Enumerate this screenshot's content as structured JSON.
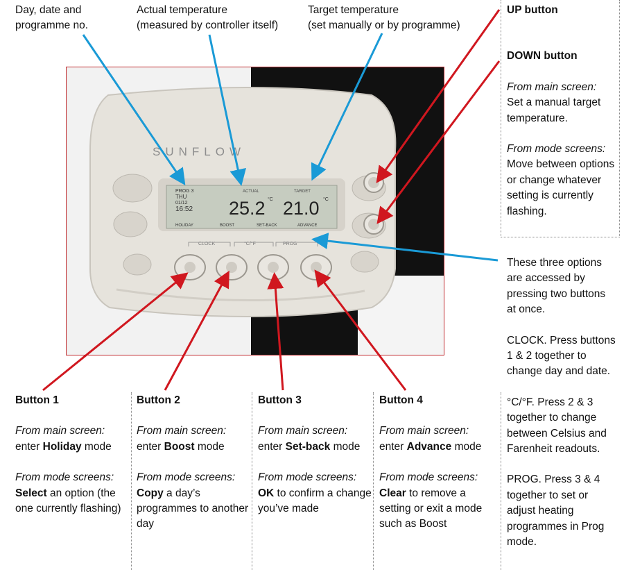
{
  "top_labels": {
    "day_date": [
      "Day, date and",
      "programme no."
    ],
    "actual": [
      "Actual temperature",
      "(measured by controller itself)"
    ],
    "target": [
      "Target temperature",
      "(set manually or by programme)"
    ]
  },
  "up_down": {
    "up_title": "UP button",
    "down_title": "DOWN button",
    "main_head": "From main screen:",
    "main_text": "Set a manual target temperature.",
    "mode_head": "From mode screens:",
    "mode_text": "Move between options or change whatever setting is currently flashing."
  },
  "combo": {
    "intro": "These three options are accessed by pressing two buttons at once.",
    "clock": "CLOCK. Press buttons 1 & 2 together to change day and date.",
    "cf": "°C/°F. Press 2 & 3 together to change between Celsius and Farenheit readouts.",
    "prog": "PROG. Press 3 & 4 together to set or adjust heating programmes in Prog mode."
  },
  "buttons": [
    {
      "title": "Button 1",
      "main_head": "From main screen:",
      "main_pre": "enter ",
      "main_bold": "Holiday",
      "main_post": " mode",
      "mode_head": "From mode screens:",
      "mode_bold": "Select",
      "mode_post": " an option (the one currently flashing)"
    },
    {
      "title": "Button 2",
      "main_head": "From main screen:",
      "main_pre": "enter ",
      "main_bold": "Boost",
      "main_post": " mode",
      "mode_head": "From mode screens:",
      "mode_bold": "Copy",
      "mode_post": " a day’s programmes to another day"
    },
    {
      "title": "Button 3",
      "main_head": "From main screen:",
      "main_pre": "enter ",
      "main_bold": "Set-back",
      "main_post": " mode",
      "mode_head": "From mode screens:",
      "mode_bold": "OK",
      "mode_post": " to confirm a change you’ve made"
    },
    {
      "title": "Button 4",
      "main_head": "From main screen:",
      "main_pre": "enter ",
      "main_bold": "Advance",
      "main_post": " mode",
      "mode_head": "From mode screens:",
      "mode_bold": "Clear",
      "mode_post": " to remove a setting or exit a mode such as Boost"
    }
  ],
  "device": {
    "brand": "SUNFLOW",
    "lcd_prog": "PROG 3",
    "lcd_day": "THU",
    "lcd_date": "01/12",
    "lcd_time": "16:52",
    "lcd_actual_label": "ACTUAL",
    "lcd_target_label": "TARGET",
    "lcd_actual": "25.2",
    "lcd_actual_unit": "°C",
    "lcd_target": "21.0",
    "lcd_target_unit": "°C",
    "lcd_holiday": "HOLIDAY",
    "lcd_boost": "BOOST",
    "lcd_setback": "SET-BACK",
    "lcd_advance": "ADVANCE",
    "label_clock": "CLOCK",
    "label_cf": "°C/°F",
    "label_prog": "PROG"
  },
  "colors": {
    "red_arrow": "#d0171f",
    "blue_arrow": "#1a9ad6",
    "photo_border": "#c0292d"
  }
}
